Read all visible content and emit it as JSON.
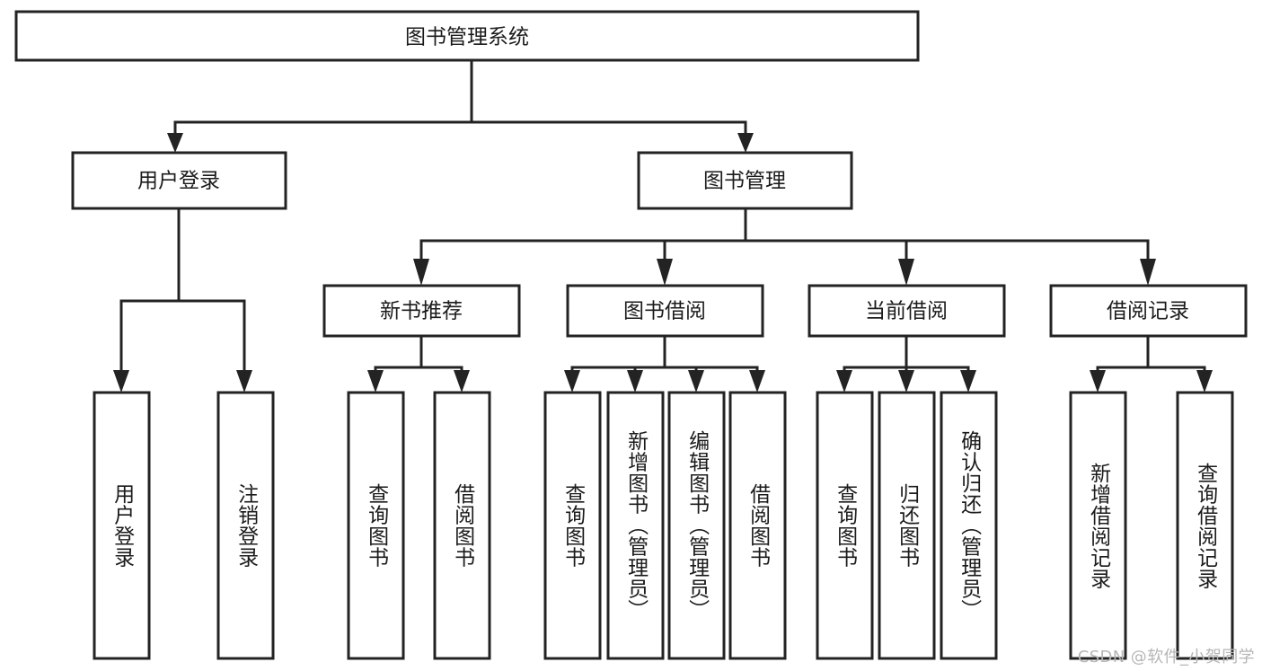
{
  "diagram": {
    "type": "tree",
    "title": "图书管理系统",
    "watermark": "CSDN @软件_小贺同学",
    "colors": {
      "background": "#ffffff",
      "stroke": "#232323",
      "text": "#1b1b1b",
      "watermark": "#b6b6b6"
    },
    "nodes": {
      "root": {
        "label": "图书管理系统",
        "orientation": "horizontal"
      },
      "l2": [
        {
          "id": "user-login",
          "label": "用户登录",
          "orientation": "horizontal"
        },
        {
          "id": "book-manage",
          "label": "图书管理",
          "orientation": "horizontal"
        }
      ],
      "l3": [
        {
          "id": "new-book-rec",
          "label": "新书推荐",
          "orientation": "horizontal"
        },
        {
          "id": "book-borrow",
          "label": "图书借阅",
          "orientation": "horizontal"
        },
        {
          "id": "current-borrow",
          "label": "当前借阅",
          "orientation": "horizontal"
        },
        {
          "id": "borrow-record",
          "label": "借阅记录",
          "orientation": "horizontal"
        }
      ],
      "leaves": [
        {
          "id": "leaf-user-login",
          "label": "用户登录",
          "parent": "user-login",
          "orientation": "vertical"
        },
        {
          "id": "leaf-logout",
          "label": "注销登录",
          "parent": "user-login",
          "orientation": "vertical"
        },
        {
          "id": "leaf-query-book-1",
          "label": "查询图书",
          "parent": "new-book-rec",
          "orientation": "vertical"
        },
        {
          "id": "leaf-borrow-book-1",
          "label": "借阅图书",
          "parent": "new-book-rec",
          "orientation": "vertical"
        },
        {
          "id": "leaf-query-book-2",
          "label": "查询图书",
          "parent": "book-borrow",
          "orientation": "vertical"
        },
        {
          "id": "leaf-add-book",
          "label": "新增图书（管理员）",
          "parent": "book-borrow",
          "orientation": "vertical"
        },
        {
          "id": "leaf-edit-book",
          "label": "编辑图书（管理员）",
          "parent": "book-borrow",
          "orientation": "vertical"
        },
        {
          "id": "leaf-borrow-book-2",
          "label": "借阅图书",
          "parent": "book-borrow",
          "orientation": "vertical"
        },
        {
          "id": "leaf-query-book-3",
          "label": "查询图书",
          "parent": "current-borrow",
          "orientation": "vertical"
        },
        {
          "id": "leaf-return-book",
          "label": "归还图书",
          "parent": "current-borrow",
          "orientation": "vertical"
        },
        {
          "id": "leaf-confirm-return",
          "label": "确认归还（管理员）",
          "parent": "current-borrow",
          "orientation": "vertical"
        },
        {
          "id": "leaf-add-record",
          "label": "新增借阅记录",
          "parent": "borrow-record",
          "orientation": "vertical"
        },
        {
          "id": "leaf-query-record",
          "label": "查询借阅记录",
          "parent": "borrow-record",
          "orientation": "vertical"
        }
      ]
    }
  }
}
